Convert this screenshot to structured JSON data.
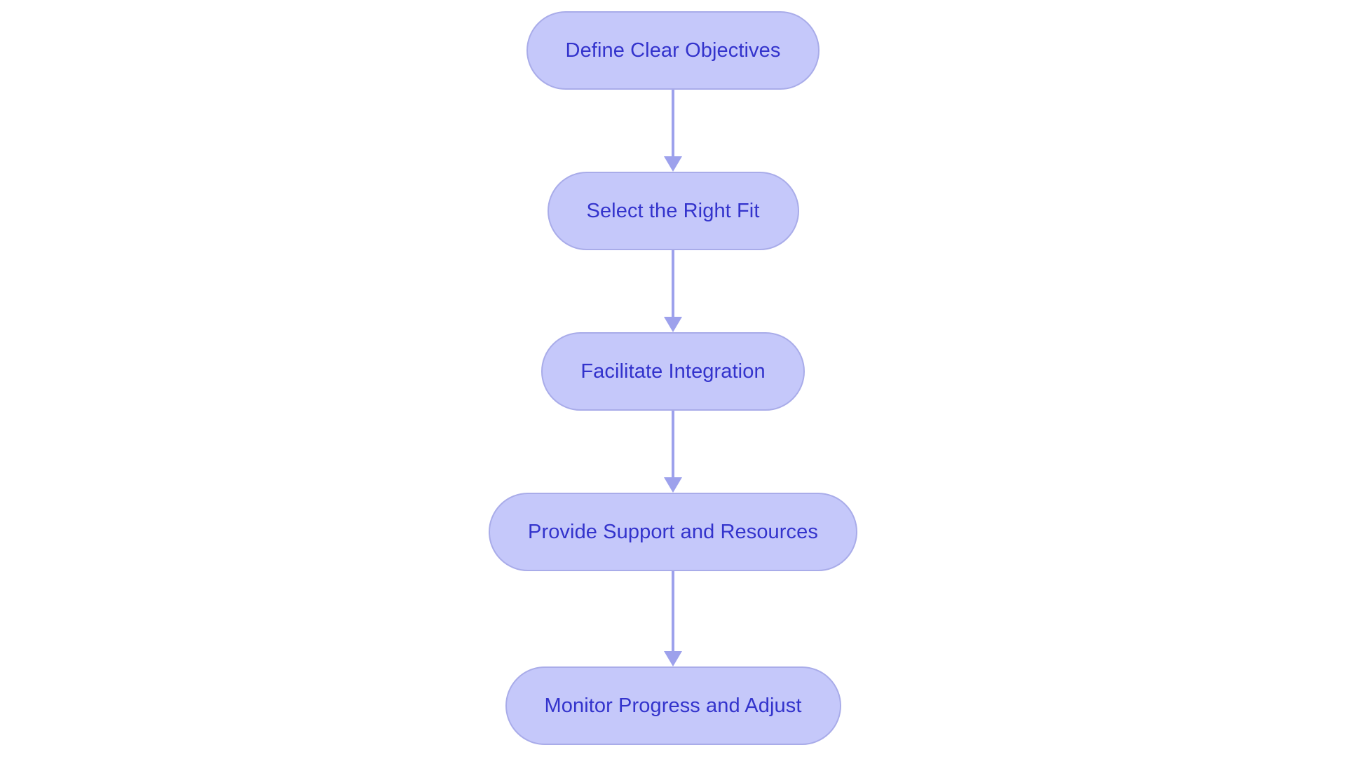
{
  "diagram": {
    "type": "flowchart",
    "orientation": "vertical-top-to-bottom",
    "background_color": "#ffffff",
    "node_fill_color": "#c5c8fa",
    "node_border_color": "#a9ace9",
    "node_text_color": "#3333cc",
    "connector_color": "#9da1ec",
    "node_shape": "pill",
    "nodes": [
      {
        "id": "step-1",
        "label": "Define Clear Objectives"
      },
      {
        "id": "step-2",
        "label": "Select the Right Fit"
      },
      {
        "id": "step-3",
        "label": "Facilitate Integration"
      },
      {
        "id": "step-4",
        "label": "Provide Support and Resources"
      },
      {
        "id": "step-5",
        "label": "Monitor Progress and Adjust"
      }
    ],
    "edges": [
      {
        "from": "step-1",
        "to": "step-2",
        "arrow": "down-arrow"
      },
      {
        "from": "step-2",
        "to": "step-3",
        "arrow": "down-arrow"
      },
      {
        "from": "step-3",
        "to": "step-4",
        "arrow": "down-arrow"
      },
      {
        "from": "step-4",
        "to": "step-5",
        "arrow": "down-arrow"
      }
    ]
  }
}
